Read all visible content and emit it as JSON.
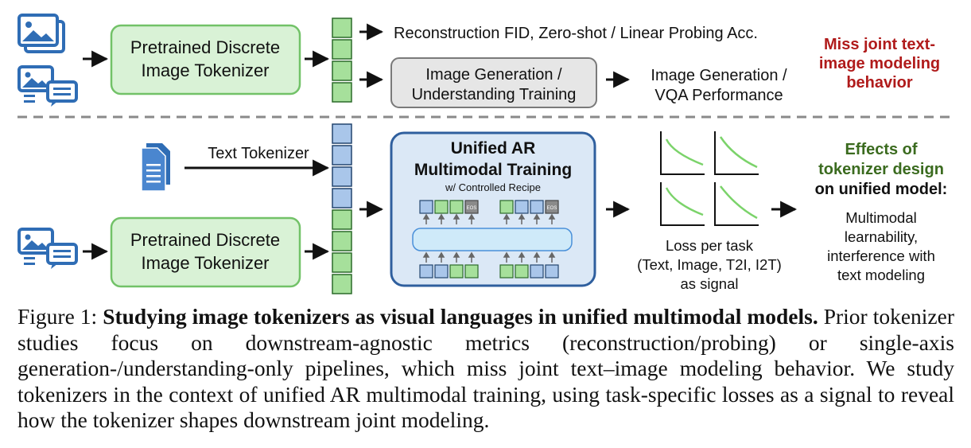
{
  "top": {
    "tokenizer_line1": "Pretrained Discrete",
    "tokenizer_line2": "Image Tokenizer",
    "recon_text": "Reconstruction FID, Zero-shot / Linear Probing Acc.",
    "gen_box_line1": "Image Generation /",
    "gen_box_line2": "Understanding Training",
    "gen_result_line1": "Image Generation /",
    "gen_result_line2": "VQA Performance",
    "miss_line1": "Miss joint text-",
    "miss_line2": "image modeling",
    "miss_line3": "behavior"
  },
  "bottom": {
    "text_tokenizer": "Text Tokenizer",
    "tokenizer_line1": "Pretrained Discrete",
    "tokenizer_line2": "Image Tokenizer",
    "unified_line1": "Unified  AR",
    "unified_line2": "Multimodal Training",
    "recipe": "w/ Controlled Recipe",
    "eos": "EOS",
    "loss_line1": "Loss per task",
    "loss_line2": "(Text, Image, T2I, I2T)",
    "loss_line3": "as signal",
    "effects_line1": "Effects of",
    "effects_line2": "tokenizer design",
    "effects_line3": "on unified model:",
    "outcome_line1": "Multimodal",
    "outcome_line2": "learnability,",
    "outcome_line3": "interference with",
    "outcome_line4": "text modeling"
  },
  "colors": {
    "green_fill": "#d9f2d6",
    "green_stroke": "#72c268",
    "blue_fill": "#a9c6ea",
    "blue_stroke": "#2f5f9e",
    "icon_blue": "#2f6db5",
    "miss_red": "#b01b1b",
    "effects_green": "#3b6b1f"
  },
  "caption": {
    "label": "Figure 1:",
    "title": "Studying image tokenizers as visual languages in unified multimodal models.",
    "body": "Prior tokenizer studies focus on downstream-agnostic metrics (reconstruction/probing) or single-axis generation-/understanding-only pipelines, which miss joint text–image modeling behavior. We study tokenizers in the context of unified AR multimodal training, using task-specific losses as a signal to reveal how the tokenizer shapes downstream joint modeling."
  }
}
